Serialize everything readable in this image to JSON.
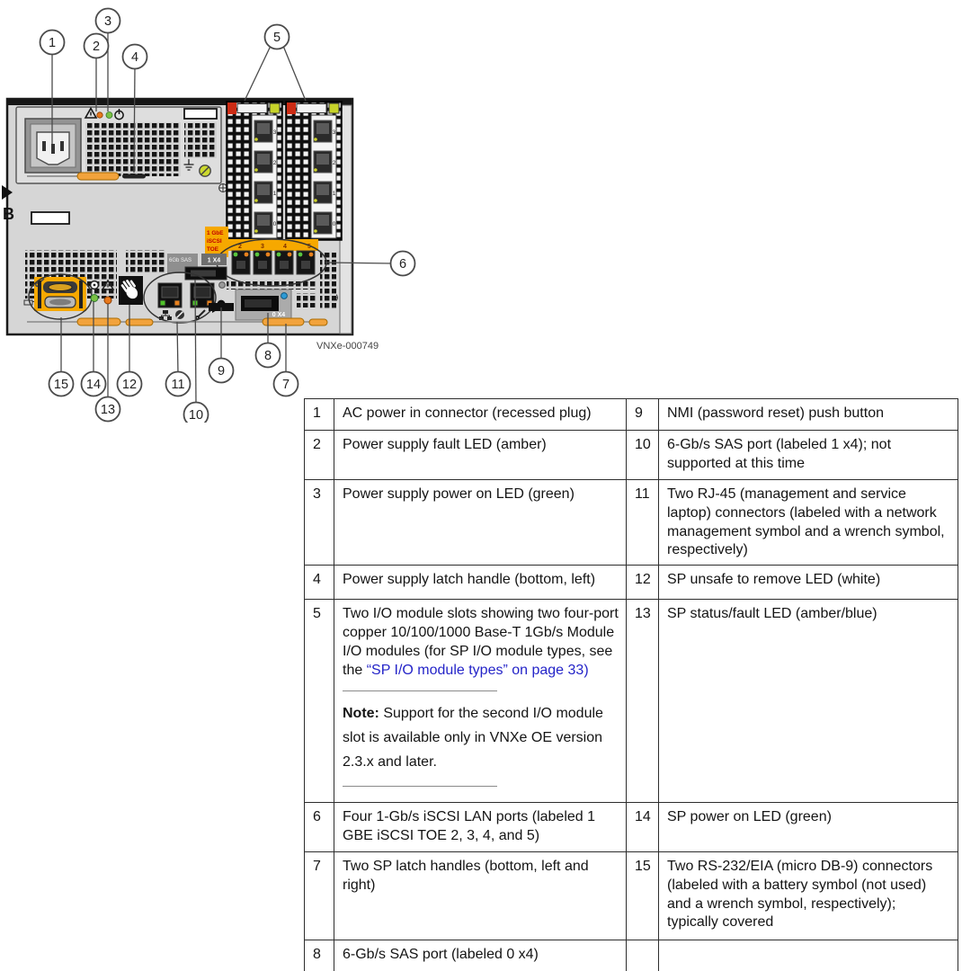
{
  "colors": {
    "chassis_gray": "#d6d6d6",
    "handle_orange": "#f2a33c",
    "label_yellow": "#f6a800",
    "led_green": "#7ac143",
    "led_amber": "#e8791d",
    "link_blue": "#2424c8",
    "module_marker_red": "#cc2b14",
    "module_square_yellow": "#c7d32a",
    "sas_dot_blue": "#2e9bd6"
  },
  "figure": {
    "part_number": "VNXe-000749",
    "side_label": "B",
    "callouts": [
      "1",
      "2",
      "3",
      "4",
      "5",
      "6",
      "7",
      "8",
      "9",
      "10",
      "11",
      "12",
      "13",
      "14",
      "15"
    ],
    "labels": {
      "iscsi_tag": [
        "1 GbE",
        "iSCSI",
        "TOE"
      ],
      "iscsi_port_numbers": [
        "2",
        "3",
        "4",
        "5"
      ],
      "module_port_labels": [
        "3",
        "2",
        "1",
        "0"
      ],
      "sas_top_label": "1 X4",
      "sas_bottom_label": "0 X4",
      "sas_type_label": "6Gb SAS"
    }
  },
  "table": {
    "rows": [
      {
        "ln": "1",
        "ld": "AC power in connector (recessed plug)",
        "rn": "9",
        "rd": "NMI (password reset) push button"
      },
      {
        "ln": "2",
        "ld": "Power supply fault LED (amber)",
        "rn": "10",
        "rd": "6-Gb/s SAS port (labeled 1 x4); not supported at this time"
      },
      {
        "ln": "3",
        "ld": "Power supply power on LED (green)",
        "rn": "11",
        "rd": "Two RJ-45 (management and service laptop) connectors (labeled with a network management symbol and a wrench symbol, respectively)"
      },
      {
        "ln": "4",
        "ld": "Power supply latch handle (bottom, left)",
        "rn": "12",
        "rd": "SP unsafe to remove LED (white)"
      },
      {
        "ln": "5",
        "ld_pre": "Two I/O module slots showing two four-port copper 10/100/1000 Base-T 1Gb/s Module I/O modules (for SP I/O module types, see the ",
        "ld_link": "“SP I/O module types” on page 33)",
        "note_label": "Note:",
        "note_text": " Support for the second I/O module slot is available only in VNXe OE version 2.3.x and later.",
        "rn": "13",
        "rd": "SP status/fault LED (amber/blue)"
      },
      {
        "ln": "6",
        "ld": "Four 1-Gb/s iSCSI LAN ports (labeled 1 GBE iSCSI TOE 2, 3, 4, and 5)",
        "rn": "14",
        "rd": "SP power on LED (green)"
      },
      {
        "ln": "7",
        "ld": "Two SP latch handles (bottom, left and right)",
        "rn": "15",
        "rd": "Two RS-232/EIA (micro DB-9) connectors (labeled with a battery symbol (not used) and a wrench symbol, respectively); typically covered"
      },
      {
        "ln": "8",
        "ld": "6-Gb/s SAS port (labeled 0 x4)",
        "rn": "",
        "rd": ""
      }
    ]
  }
}
